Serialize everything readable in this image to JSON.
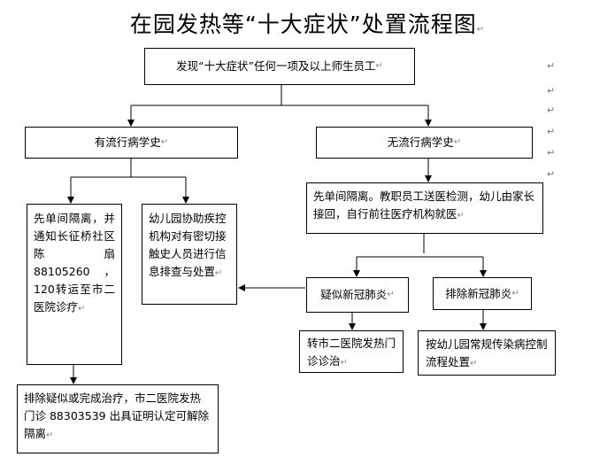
{
  "title": "在园发热等“十大症状”处置流程图",
  "para_mark": "↵",
  "boxes": {
    "start": "发现“十大症状”任何一项及以上师生员工",
    "has_history": "有流行病学史",
    "no_history": "无流行病学史",
    "isolate_notify": "先单间隔离，并通知长征桥社区陈扇88105260，120转运至市二医院诊疗",
    "kindergarten_assist": "幼儿园协助疾控机构对有密切接触史人员进行信息排查与处置",
    "isolate_staff_check": "先单间隔离。教职员工送医检测，幼儿由家长接回，自行前往医疗机构就医",
    "suspected": "疑似新冠肺炎",
    "excluded": "排除新冠肺炎",
    "transfer_fever_clinic": "转市二医院发热门诊诊治",
    "routine_procedure": "按幼儿园常规传染病控制流程处置",
    "release_isolation": "排除疑似或完成治疗，市二医院发热门诊 88303539 出具证明认定可解除隔离"
  }
}
